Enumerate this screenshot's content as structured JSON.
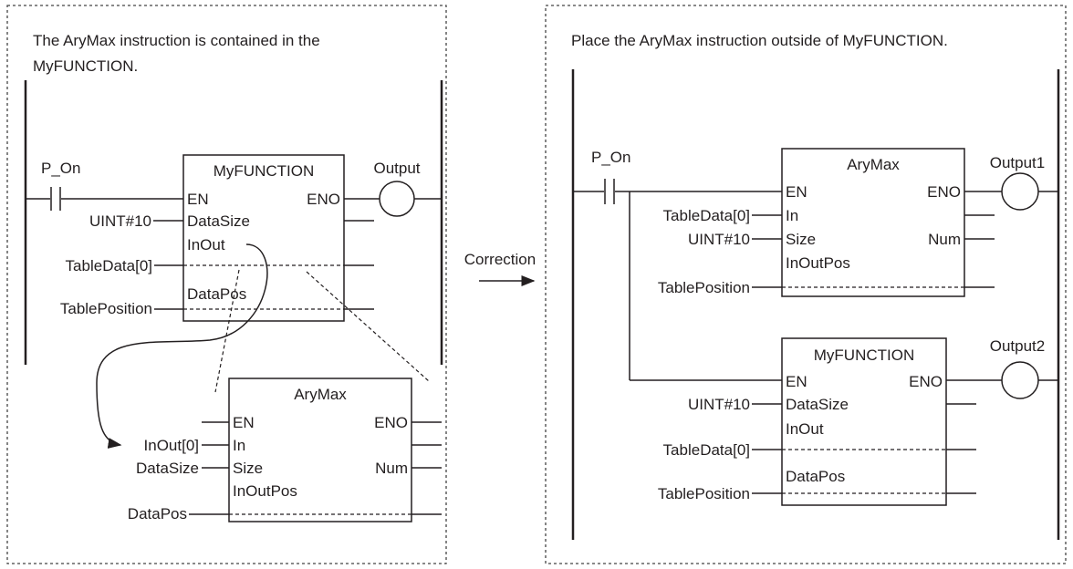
{
  "left": {
    "caption_line1": "The AryMax instruction is contained in the",
    "caption_line2": "MyFUNCTION.",
    "contact": "P_On",
    "coil": "Output",
    "fb": {
      "title": "MyFUNCTION",
      "en": "EN",
      "eno": "ENO",
      "datasize": "DataSize",
      "inout": "InOut",
      "datapos": "DataPos"
    },
    "inputs": {
      "uint": "UINT#10",
      "tabledata": "TableData[0]",
      "tableposition": "TablePosition"
    },
    "inner": {
      "title": "AryMax",
      "en": "EN",
      "eno": "ENO",
      "in": "In",
      "size": "Size",
      "num": "Num",
      "inoutpos": "InOutPos",
      "arg_in": "InOut[0]",
      "arg_size": "DataSize",
      "arg_pos": "DataPos"
    }
  },
  "arrow_label": "Correction",
  "right": {
    "caption": "Place the AryMax instruction outside of MyFUNCTION.",
    "contact": "P_On",
    "coil1": "Output1",
    "coil2": "Output2",
    "arymax": {
      "title": "AryMax",
      "en": "EN",
      "eno": "ENO",
      "in": "In",
      "size": "Size",
      "num": "Num",
      "inoutpos": "InOutPos",
      "arg_in": "TableData[0]",
      "arg_size": "UINT#10",
      "arg_pos": "TablePosition"
    },
    "myfunc": {
      "title": "MyFUNCTION",
      "en": "EN",
      "eno": "ENO",
      "datasize": "DataSize",
      "inout": "InOut",
      "datapos": "DataPos",
      "arg_size": "UINT#10",
      "arg_inout": "TableData[0]",
      "arg_pos": "TablePosition"
    }
  }
}
